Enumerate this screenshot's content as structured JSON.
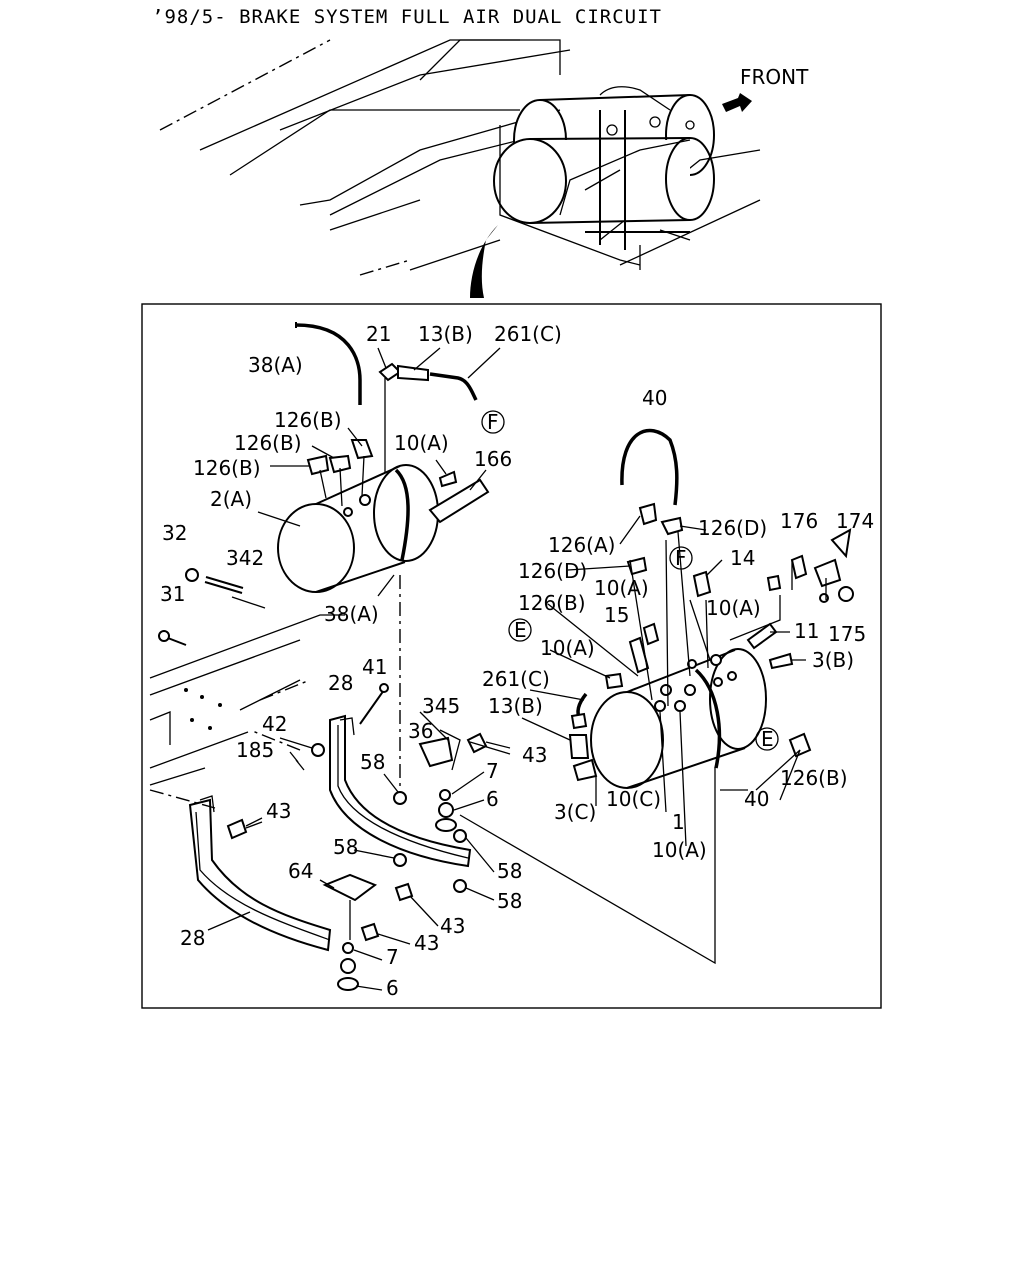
{
  "title": "’98/5- BRAKE SYSTEM FULL AIR DUAL CIRCUIT",
  "front_label": "FRONT",
  "callouts": {
    "p38a_top": "38(A)",
    "p21": "21",
    "p13b_top": "13(B)",
    "p261c_top": "261(C)",
    "pF_top": "F",
    "p126b_1": "126(B)",
    "p126b_2": "126(B)",
    "p126b_3": "126(B)",
    "p10a_top": "10(A)",
    "p166": "166",
    "p2a": "2(A)",
    "p32": "32",
    "p342": "342",
    "p38a_bot": "38(A)",
    "p31": "31",
    "p40_top": "40",
    "p126a": "126(A)",
    "p126d_r": "126(D)",
    "p176": "176",
    "p174": "174",
    "p126d_l": "126(D)",
    "pF_mid": "F",
    "p14": "14",
    "p10a_m1": "10(A)",
    "p10a_m2": "10(A)",
    "p126b_m": "126(B)",
    "p15": "15",
    "p11": "11",
    "pE_left": "E",
    "p10a_m3": "10(A)",
    "p175": "175",
    "p3b": "3(B)",
    "p261c_bot": "261(C)",
    "p28_top": "28",
    "p41": "41",
    "p345": "345",
    "p13b_bot": "13(B)",
    "p42": "42",
    "p36": "36",
    "p43_a": "43",
    "p185": "185",
    "p58_a": "58",
    "p7_a": "7",
    "p6_a": "6",
    "pE_right": "E",
    "p126b_br": "126(B)",
    "p3c": "3(C)",
    "p10c": "10(C)",
    "p1": "1",
    "p40_bot": "40",
    "p10a_bot": "10(A)",
    "p43_b": "43",
    "p58_b": "58",
    "p58_c": "58",
    "p64": "64",
    "p58_d": "58",
    "p43_c": "43",
    "p43_d": "43",
    "p28_bot": "28",
    "p7_b": "7",
    "p6_b": "6"
  }
}
